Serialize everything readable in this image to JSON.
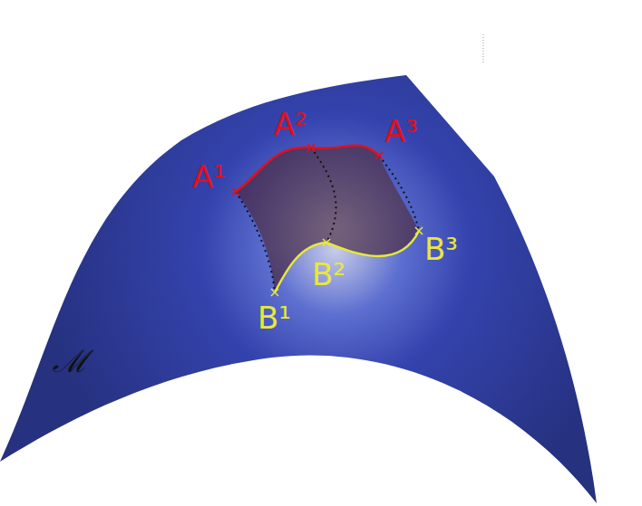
{
  "diagram": {
    "labels": [
      "A¹",
      "A²",
      "A³",
      "B¹",
      "B²",
      "B³",
      "ℳ"
    ]
  }
}
